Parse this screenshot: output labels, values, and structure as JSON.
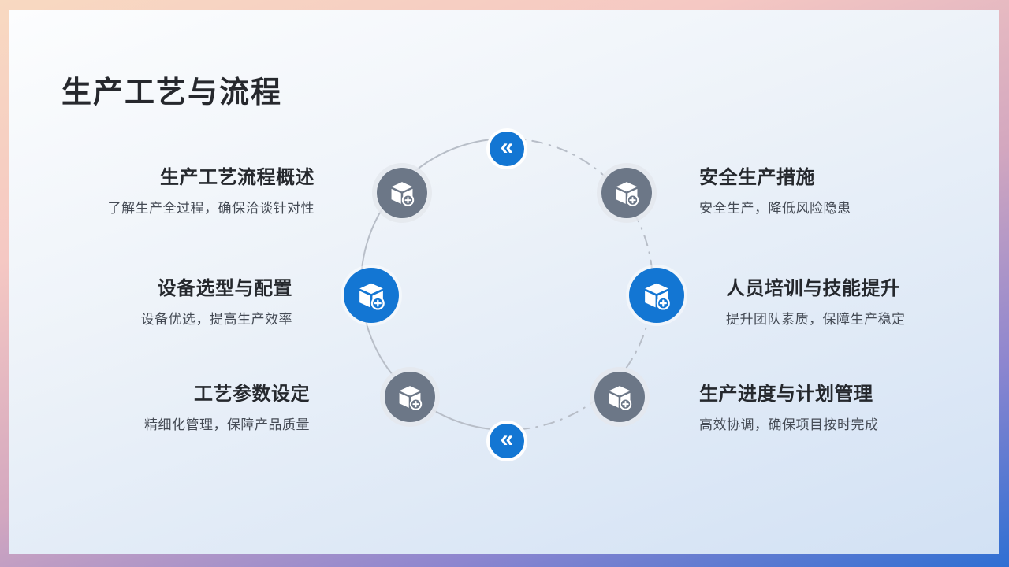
{
  "slide": {
    "title": "生产工艺与流程"
  },
  "diagram": {
    "chevron_glyph": "«",
    "colors": {
      "accent_blue": "#1376d3",
      "node_gray": "#6c7787",
      "ring_line": "#b8bec8",
      "title_text": "#25282d",
      "desc_text": "#454b55"
    },
    "items": [
      {
        "title": "生产工艺流程概述",
        "desc": "了解生产全过程，确保洽谈针对性",
        "side": "left",
        "node_color": "gray",
        "icon": "package-plus-icon"
      },
      {
        "title": "设备选型与配置",
        "desc": "设备优选，提高生产效率",
        "side": "left",
        "node_color": "blue",
        "icon": "package-plus-icon"
      },
      {
        "title": "工艺参数设定",
        "desc": "精细化管理，保障产品质量",
        "side": "left",
        "node_color": "gray",
        "icon": "package-plus-icon"
      },
      {
        "title": "安全生产措施",
        "desc": "安全生产，降低风险隐患",
        "side": "right",
        "node_color": "gray",
        "icon": "package-plus-icon"
      },
      {
        "title": "人员培训与技能提升",
        "desc": "提升团队素质，保障生产稳定",
        "side": "right",
        "node_color": "blue",
        "icon": "package-plus-icon"
      },
      {
        "title": "生产进度与计划管理",
        "desc": "高效协调，确保项目按时完成",
        "side": "right",
        "node_color": "gray",
        "icon": "package-plus-icon"
      }
    ]
  }
}
